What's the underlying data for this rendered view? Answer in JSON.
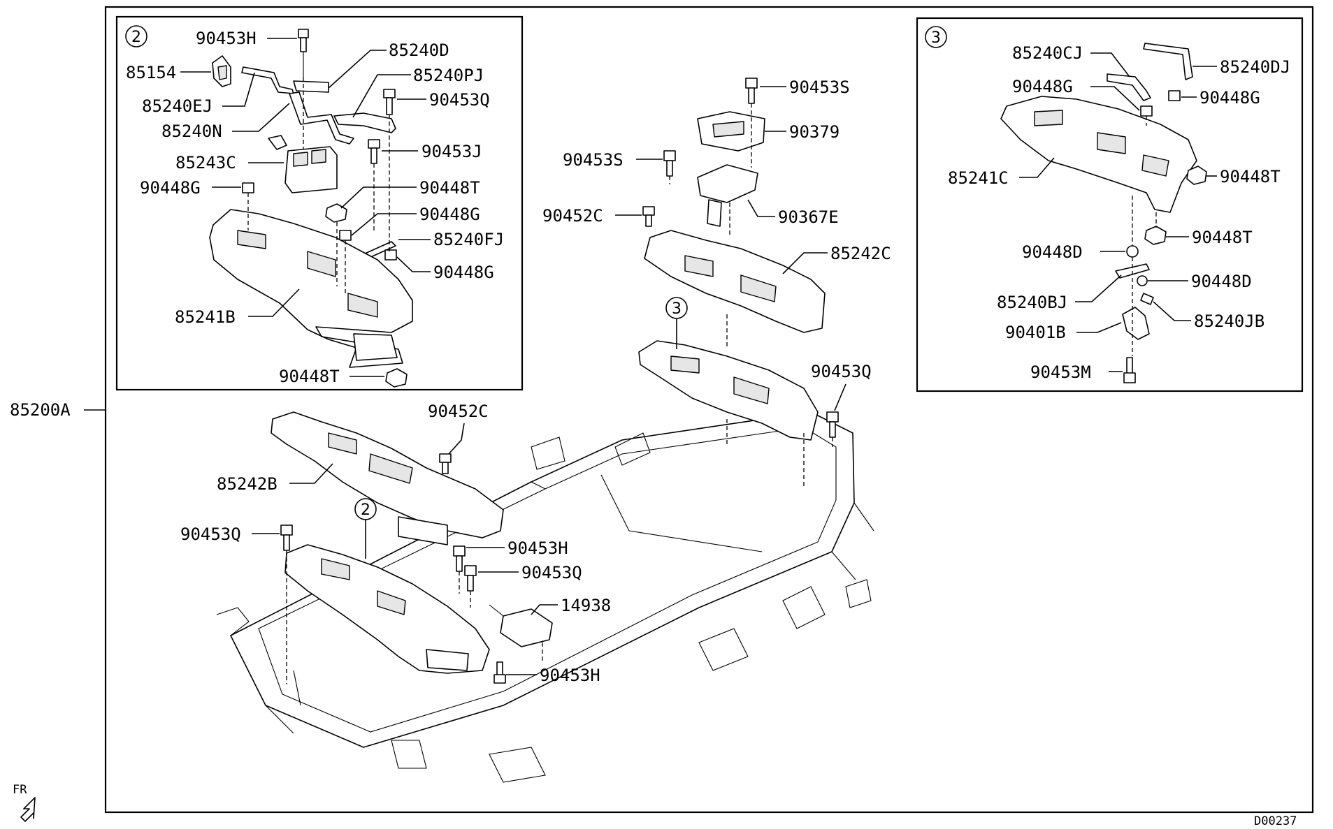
{
  "diagram": {
    "assembly_label": "85200A",
    "drawing_number": "D00237",
    "direction_label": "FR",
    "inset_left": {
      "number": "2",
      "labels": {
        "l90453H": "90453H",
        "l85154": "85154",
        "l85240D": "85240D",
        "l85240PJ": "85240PJ",
        "l85240EJ": "85240EJ",
        "l90453Q": "90453Q",
        "l85240N": "85240N",
        "l90453J": "90453J",
        "l85243C": "85243C",
        "l90448T_a": "90448T",
        "l90448G_a": "90448G",
        "l90448G_b": "90448G",
        "l85240FJ": "85240FJ",
        "l90448G_c": "90448G",
        "l85241B": "85241B",
        "l90448T_b": "90448T"
      }
    },
    "inset_right": {
      "number": "3",
      "labels": {
        "l85240CJ": "85240CJ",
        "l85240DJ": "85240DJ",
        "l90448G_a": "90448G",
        "l90448G_b": "90448G",
        "l85241C": "85241C",
        "l90448T_a": "90448T",
        "l90448T_b": "90448T",
        "l90448D_a": "90448D",
        "l90448D_b": "90448D",
        "l85240BJ": "85240BJ",
        "l85240JB": "85240JB",
        "l90401B": "90401B",
        "l90453M": "90453M"
      }
    },
    "main": {
      "callout_a": "3",
      "callout_b": "2",
      "labels": {
        "l90453S_a": "90453S",
        "l90379": "90379",
        "l90453S_b": "90453S",
        "l90452C_a": "90452C",
        "l90367E": "90367E",
        "l85242C": "85242C",
        "l90453Q_a": "90453Q",
        "l90452C_b": "90452C",
        "l85242B": "85242B",
        "l90453Q_b": "90453Q",
        "l90453H_a": "90453H",
        "l90453Q_c": "90453Q",
        "l14938": "14938",
        "l90453H_b": "90453H"
      }
    }
  }
}
